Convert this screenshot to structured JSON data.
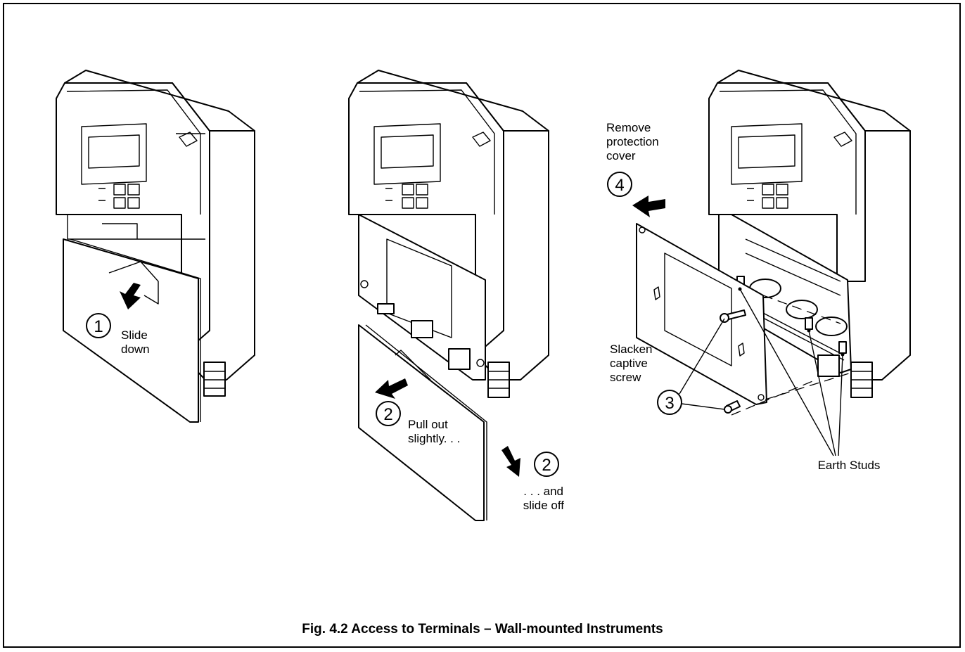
{
  "figure": {
    "caption": "Fig. 4.2 Access to Terminals – Wall-mounted Instruments"
  },
  "panel1": {
    "step_number": "1",
    "label_line1": "Slide",
    "label_line2": "down"
  },
  "panel2": {
    "step_a_number": "2",
    "step_a_line1": "Pull out",
    "step_a_line2": "slightly. . .",
    "step_b_number": "2",
    "step_b_line1": ". . . and",
    "step_b_line2": "slide off"
  },
  "panel3": {
    "step4_number": "4",
    "step4_line1": "Remove",
    "step4_line2": "protection",
    "step4_line3": "cover",
    "step3_number": "3",
    "step3_line1": "Slacken",
    "step3_line2": "captive",
    "step3_line3": "screw",
    "earth_label": "Earth Studs"
  }
}
